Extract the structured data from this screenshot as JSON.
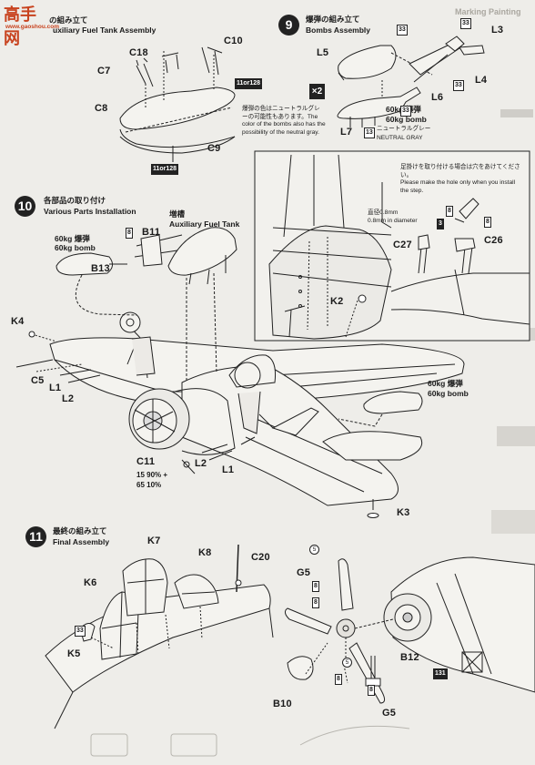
{
  "watermark": {
    "site_text": "高手网",
    "url": "www.gaoshou.com"
  },
  "section8": {
    "title_jp": "の組み立て",
    "title_en": "uxiliary Fuel Tank Assembly",
    "parts": [
      "C18",
      "C10",
      "C7",
      "C8",
      "C9"
    ],
    "paint": "11or128"
  },
  "section9": {
    "number": "9",
    "title_jp": "爆弾の組み立て",
    "title_en": "Bombs Assembly",
    "parts": [
      "L5",
      "L3",
      "L4",
      "L6",
      "L7"
    ],
    "multiplier": "×2",
    "note": "爆弾の色はニュートラルグレーの可能性もあります。The color of the bombs also has the possibility of the neutral gray.",
    "bomb_label_jp": "60kg 爆弾",
    "bomb_label_en": "60kg bomb",
    "gray_jp": "ニュートラルグレー",
    "gray_en": "NEUTRAL GRAY",
    "color_code": "13",
    "color_code2": "33"
  },
  "inset": {
    "note_jp": "足掛けを取り付ける場合は穴をあけてください。",
    "note_en": "Please make the hole only when you install the step.",
    "diameter_jp": "直径0.8mm",
    "diameter_en": "0.8mm in diameter",
    "parts": [
      "C27",
      "C26"
    ],
    "codes": [
      "8",
      "3",
      "8"
    ]
  },
  "section10": {
    "number": "10",
    "title_jp": "各部品の取り付け",
    "title_en": "Various Parts Installation",
    "fuel_tank_jp": "増槽",
    "fuel_tank_en": "Auxiliary Fuel Tank",
    "bomb_jp": "60kg 爆弾",
    "bomb_en": "60kg bomb",
    "parts": [
      "B11",
      "B13",
      "K4",
      "C5",
      "L1",
      "L2",
      "K2",
      "C11",
      "L2",
      "L1",
      "K3"
    ],
    "paint1": "15 90% +",
    "paint2": "65 10%",
    "code": "8"
  },
  "section11": {
    "number": "11",
    "title_jp": "最終の組み立て",
    "title_en": "Final Assembly",
    "parts": [
      "K7",
      "K8",
      "C20",
      "K6",
      "K5",
      "G5",
      "B12",
      "B10",
      "G5"
    ],
    "codes": [
      "33",
      "5",
      "8",
      "8",
      "8",
      "8",
      "5",
      "131"
    ]
  },
  "side_heading": "Marking Painting"
}
